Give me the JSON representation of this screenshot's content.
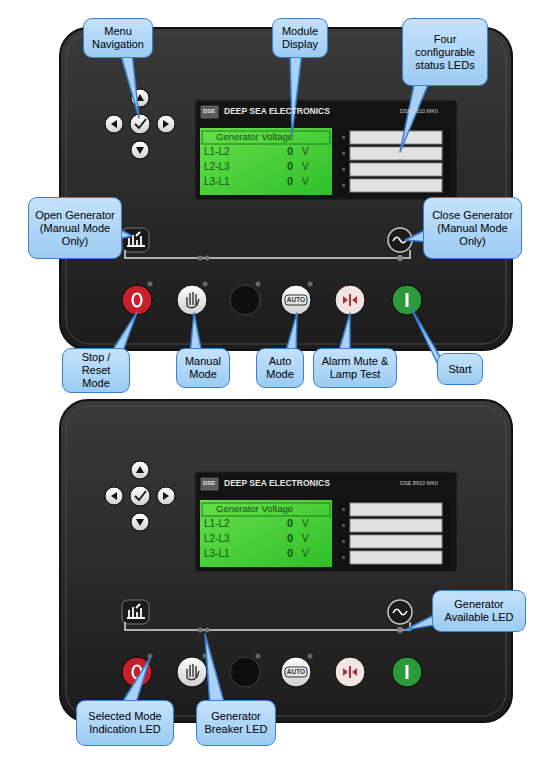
{
  "diagram": {
    "nodes": [
      {
        "text": [
          "Menu Navigation"
        ]
      },
      {
        "text": [
          "Module Display"
        ]
      },
      {
        "text": [
          "Four configurable status LEDs"
        ]
      },
      {
        "text": [
          "Open Generator (Manual Mode Only)"
        ]
      },
      {
        "text": [
          "Close Generator (Manual Mode Only)"
        ]
      },
      {
        "text": [
          "Stop / Reset Mode"
        ]
      },
      {
        "text": [
          "Manual Mode"
        ]
      },
      {
        "text": [
          "Auto Mode"
        ]
      },
      {
        "text": [
          "Alarm Mute & Lamp Test"
        ]
      },
      {
        "text": [
          "Start"
        ]
      },
      {
        "text": [
          "Generator Available LED"
        ]
      },
      {
        "text": [
          "Selected Mode Indication LED"
        ]
      },
      {
        "text": [
          "Generator Breaker LED"
        ]
      }
    ],
    "labels": [
      "DSE",
      "DEEP SEA ELECTRONICS",
      "DSE 8610 MKII",
      "Generator Voltage",
      "L1-L2",
      "0",
      "V",
      "L2-L3",
      "0",
      "V",
      "L3-L1",
      "0",
      "V",
      "AUTO",
      "DSE",
      "DEEP SEA ELECTRONICS",
      "DSE 8610 MKII",
      "Generator Voltage",
      "L1-L2",
      "0",
      "V",
      "L2-L3",
      "0",
      "V",
      "L3-L1",
      "0",
      "V",
      "AUTO"
    ]
  }
}
